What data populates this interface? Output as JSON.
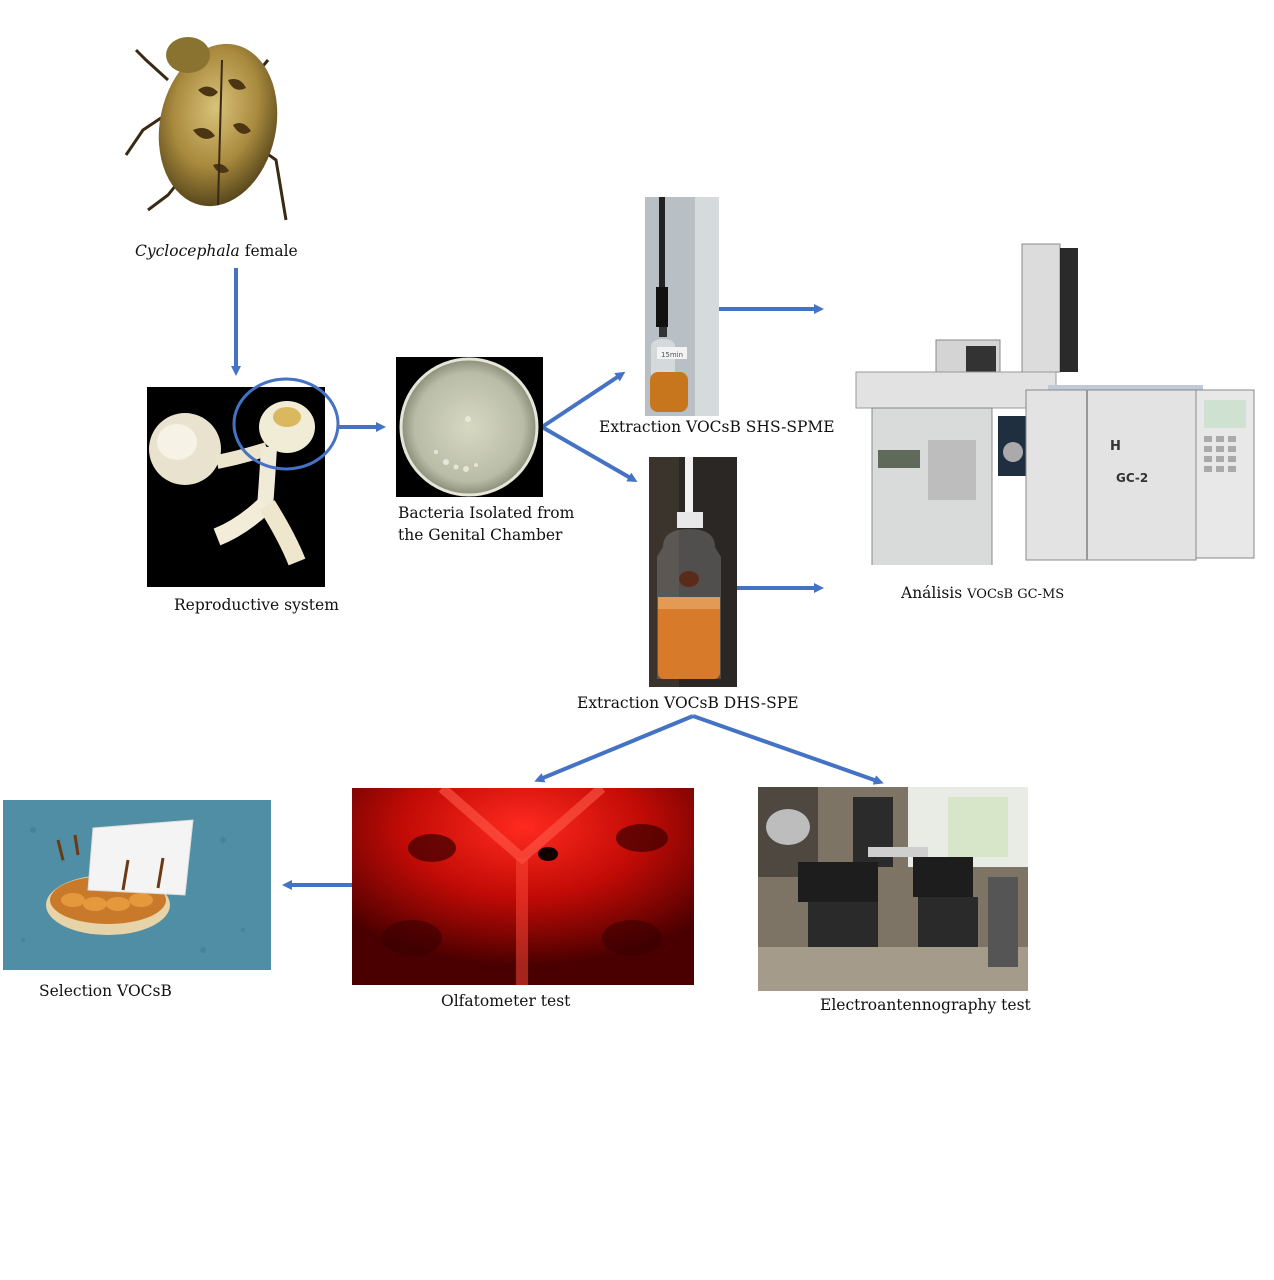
{
  "diagram": {
    "nodes": {
      "beetle": {
        "label_italic": "Cyclocephala",
        "label_rest": " female"
      },
      "repro": {
        "label": "Reproductive system"
      },
      "bacteria": {
        "label_line1": "Bacteria  Isolated from",
        "label_line2": "the Genital  Chamber"
      },
      "shs": {
        "label": "Extraction VOCsB SHS-SPME",
        "vial_text": "15min"
      },
      "dhs": {
        "label": "Extraction VOCsB DHS-SPE"
      },
      "gcms": {
        "label_main": "Análisis ",
        "label_small": "VOCsB GC-MS",
        "instrument_h": "H",
        "instrument_model": "GC-2"
      },
      "olfactometer": {
        "label": "Olfatometer  test"
      },
      "eag": {
        "label": "Electroantennography  test"
      },
      "selection": {
        "label": "Selection VOCsB"
      }
    },
    "arrow_color": "#4472c4"
  }
}
